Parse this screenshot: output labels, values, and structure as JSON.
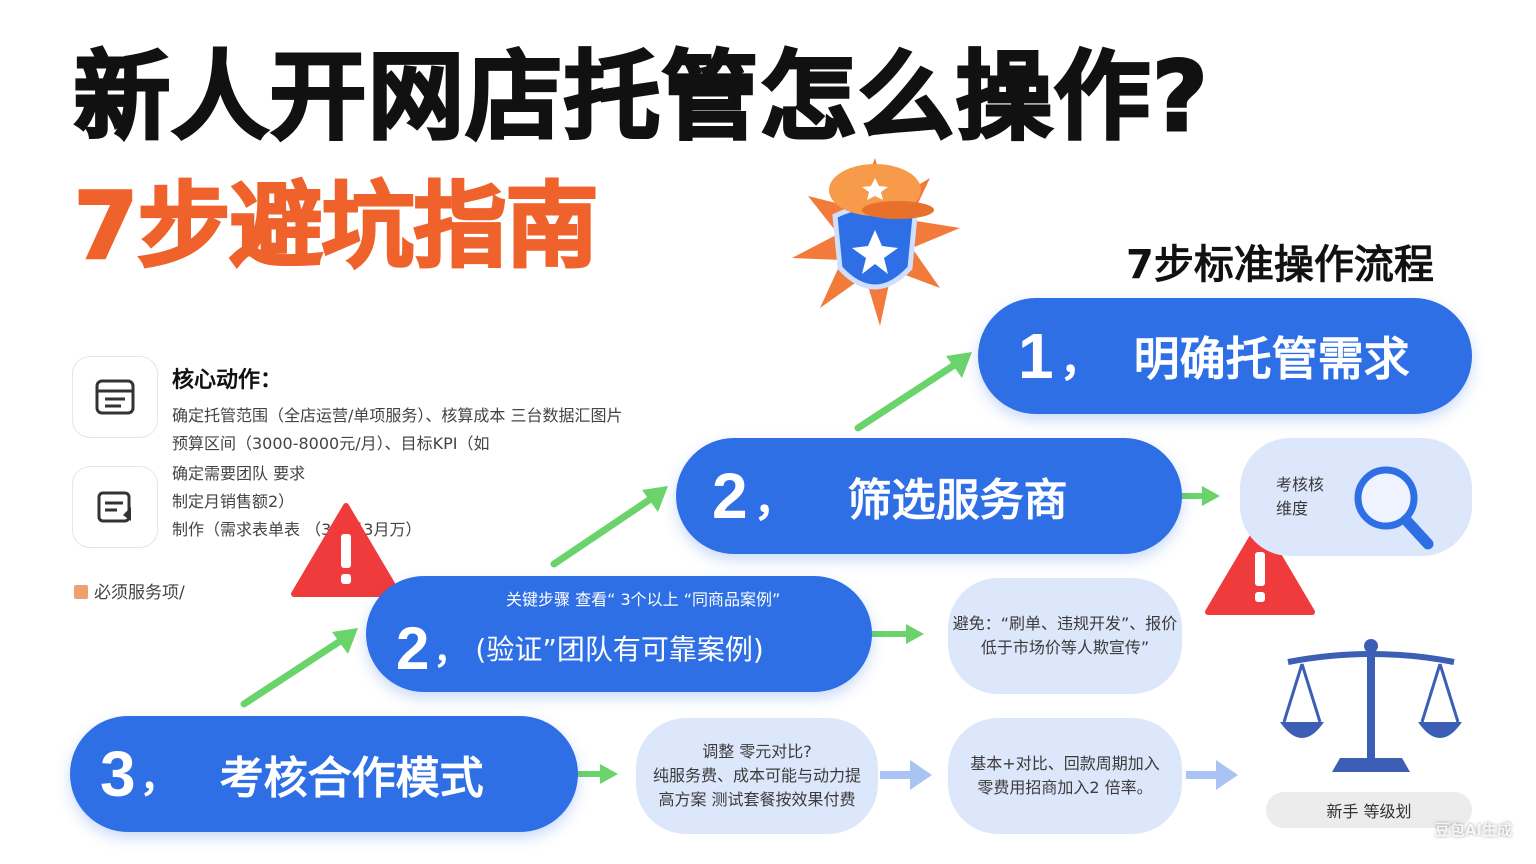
{
  "title": "新人开网店托管怎么操作?",
  "subtitle": "7步避坑指南",
  "flow_title": "7步标准操作流程",
  "steps": [
    {
      "num": "1",
      "sep": "，",
      "label": "明确托管需求"
    },
    {
      "num": "2",
      "sep": "，",
      "label": "筛选服务商"
    },
    {
      "num": "2",
      "sep": "，",
      "top_text": "关键步骤   查看“ 3个以上 “同商品案例”",
      "label": "(验证”团队有可靠案例)"
    },
    {
      "num": "3",
      "sep": "，",
      "label": "考核合作模式"
    }
  ],
  "bubbles": {
    "b1": [
      "考核核",
      "维度"
    ],
    "b2": [
      "避免：“刷单、违规开发”、报价",
      "低于市场价等人欺宣传”"
    ],
    "b3": [
      "调整     零元对比?",
      "纯服务费、成本可能与动力提",
      "高方案  测试套餐按效果付费"
    ],
    "b4": [
      "基本+对比、回款周期加入",
      "零费用招商加入2 倍率。"
    ]
  },
  "core": {
    "heading": "核心动作：",
    "lines": [
      "确定托管范围（全店运营/单项服务）、核算成本 三台数据汇图片",
      "预算区间（3000-8000元/月）、目标KPI（如",
      "确定需要团队 要求",
      "制定月销售额2）",
      "制作（需求表单表         （3入月3月万）"
    ]
  },
  "must_label": "必须服务项/",
  "scale_label": "新手    等级划",
  "watermark": "豆包AI生成",
  "colors": {
    "pill_blue": "#2f6fe6",
    "bubble_blue": "#dde7fb",
    "accent_orange": "#f0622b",
    "arrow_green": "#6bd36b",
    "warn_red": "#ef3b3b"
  },
  "icons": [
    "shield-cap-badge-icon",
    "magnifier-icon",
    "warning-icon",
    "document-icon",
    "folder-icon",
    "balance-scale-icon",
    "arrow-icon"
  ]
}
